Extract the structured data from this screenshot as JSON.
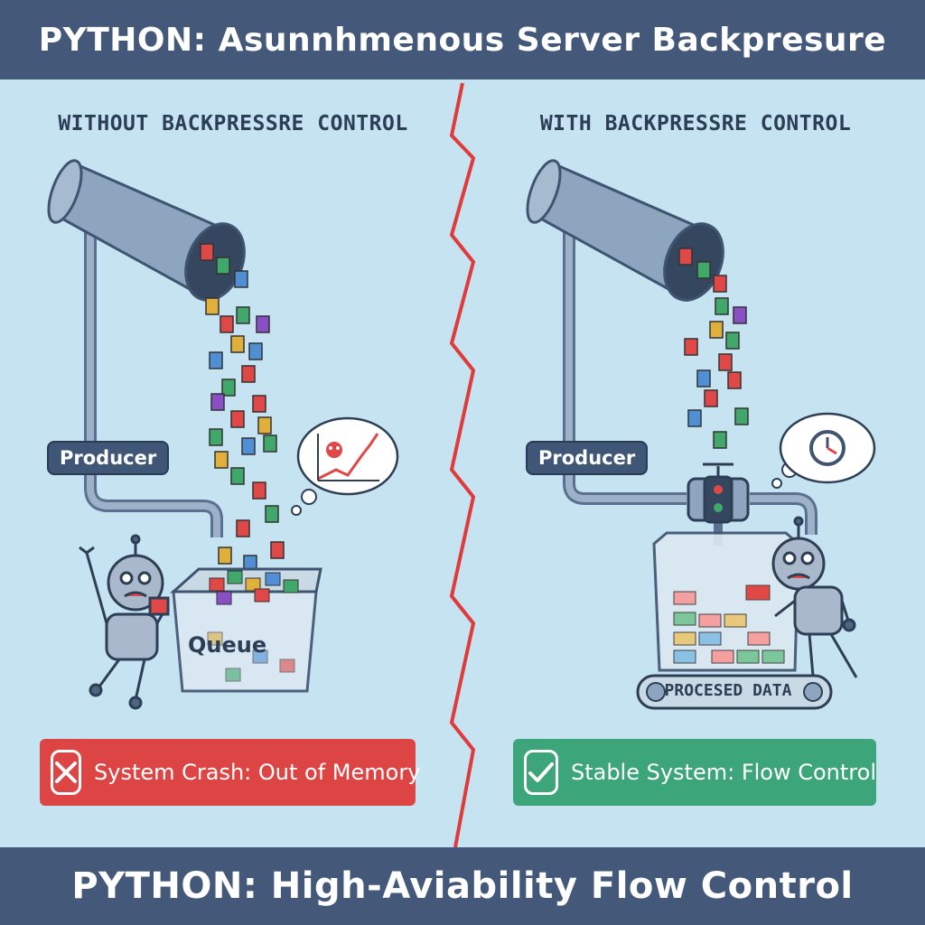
{
  "header": {
    "title": "PYTHON: Asunnhmenous Server Backpresure"
  },
  "footer": {
    "title": "PYTHON: High-Aviability Flow Control"
  },
  "left_panel": {
    "heading": "WITHOUT BACKPRESSRE CONTROL",
    "producer_label": "Producer",
    "queue_label": "Queue",
    "status_text": "System Crash: Out of Memory",
    "status_color": "#dd4545"
  },
  "right_panel": {
    "heading": "WITH BACKPRESSRE CONTROL",
    "producer_label": "Producer",
    "conveyor_label": "PROCESED DATA",
    "status_text": "Stable System: Flow Control",
    "status_color": "#3ca579"
  },
  "colors": {
    "banner": "#44597a",
    "background": "#c6e3f1",
    "divider": "#e03a3a"
  }
}
